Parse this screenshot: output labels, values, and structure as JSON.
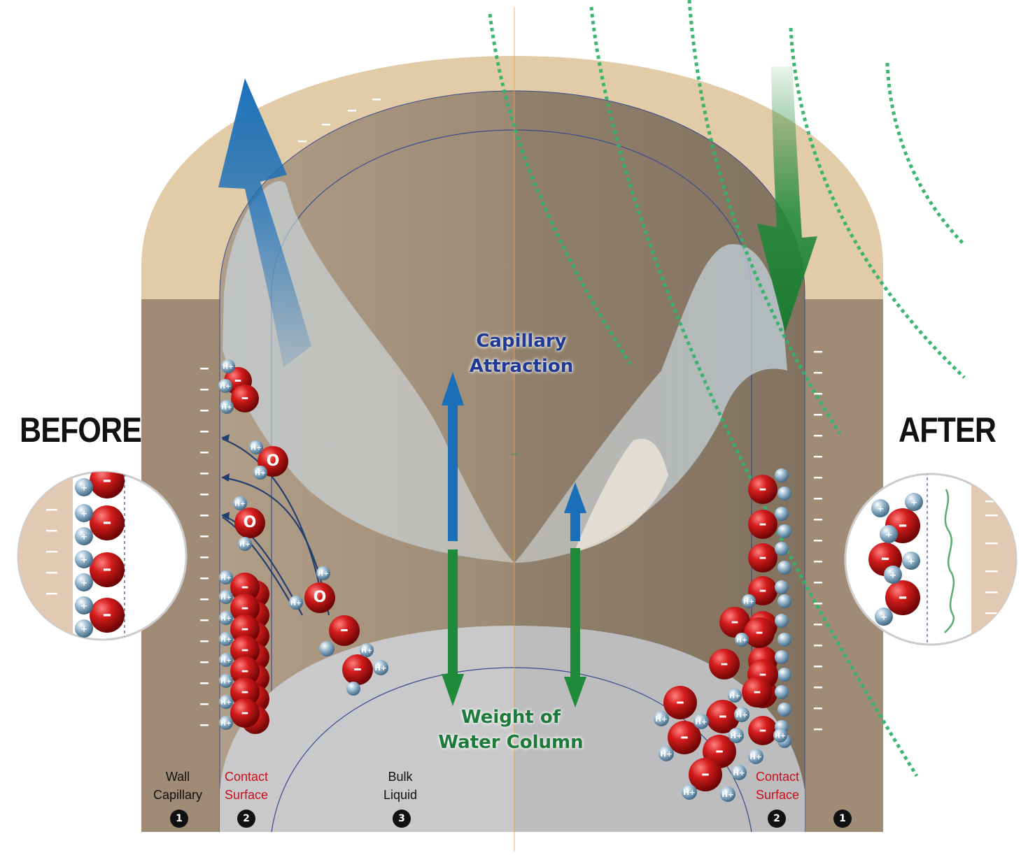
{
  "titles": {
    "before": "BEFORE",
    "after": "AFTER"
  },
  "forces": {
    "capillary_attraction": "Capillary Attraction",
    "weight_of_water_column": "Weight of Water Column"
  },
  "zones": {
    "wall_capillary": "Wall Capillary",
    "contact_surface_left": "Contact Surface",
    "bulk_liquid": "Bulk Liquid",
    "contact_surface_right": "Contact Surface"
  },
  "zone_numbers": {
    "wall_left": "1",
    "contact_left": "2",
    "bulk": "3",
    "contact_right": "2",
    "wall_right": "1"
  },
  "atom_labels": {
    "hydrogen": "H+",
    "oxygen": "O",
    "negative": "–",
    "positive": "+"
  },
  "colors": {
    "wall": "#a08c76",
    "arch": "#e2cca8",
    "liquid": "#c9c9cb",
    "capillary_arrow": "#1a6fb8",
    "weight_arrow": "#1e8a3a",
    "field_lines": "#33b36b",
    "oxygen": "#cc1a1a",
    "hydrogen": "#8fb3cc"
  }
}
